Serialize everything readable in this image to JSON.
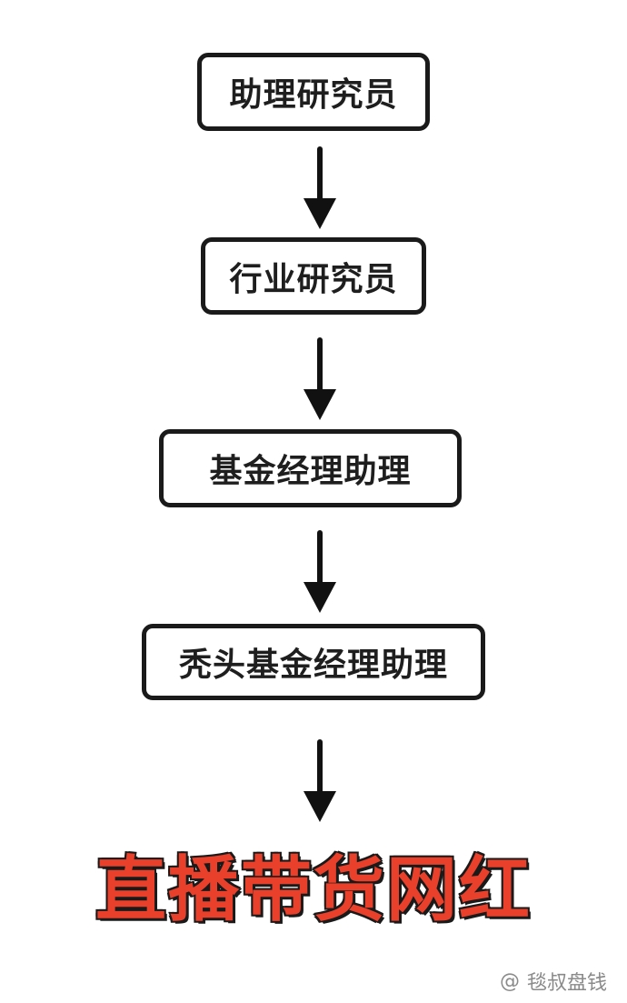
{
  "steps": [
    {
      "label": "助理研究员"
    },
    {
      "label": "行业研究员"
    },
    {
      "label": "基金经理助理"
    },
    {
      "label": "秃头基金经理助理"
    }
  ],
  "final": {
    "label": "直播带货网红",
    "color": "#e8402a",
    "outline_color": "#1a1a1a"
  },
  "watermark": {
    "icon": "at-icon",
    "symbol": "@",
    "text": "毯叔盘钱"
  },
  "colors": {
    "box_border": "#1a1a1a",
    "background": "#ffffff",
    "text": "#1e1e1e"
  }
}
